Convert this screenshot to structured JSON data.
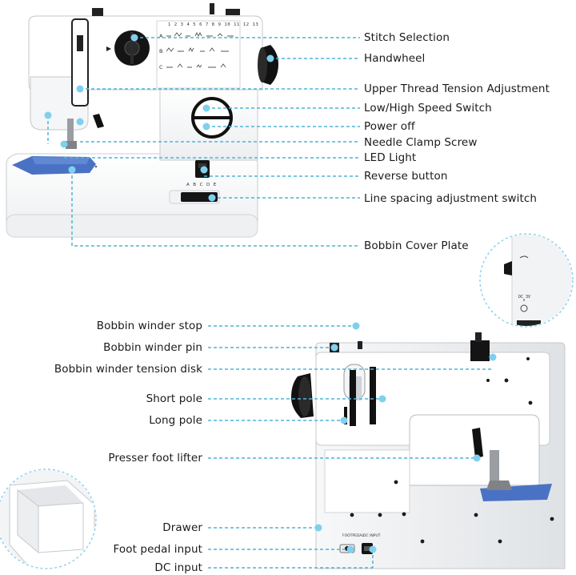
{
  "front_view": {
    "dial_letters": "A B C D E",
    "stitch_numbers": "1 2 3 4 5 6 7 8 9 10 11 12 13",
    "labels": [
      {
        "key": "stitch-selection",
        "text": "Stitch Selection"
      },
      {
        "key": "handwheel",
        "text": "Handwheel"
      },
      {
        "key": "upper-thread-tension",
        "text": "Upper Thread Tension Adjustment"
      },
      {
        "key": "low-high-speed-switch",
        "text": "Low/High Speed Switch"
      },
      {
        "key": "power-off",
        "text": "Power off"
      },
      {
        "key": "needle-clamp-screw",
        "text": "Needle Clamp Screw"
      },
      {
        "key": "led-light",
        "text": "LED Light"
      },
      {
        "key": "reverse-button",
        "text": "Reverse button"
      },
      {
        "key": "line-spacing-switch",
        "text": "Line spacing adjustment switch"
      },
      {
        "key": "bobbin-cover-plate",
        "text": "Bobbin Cover Plate"
      }
    ]
  },
  "back_view": {
    "labels": [
      {
        "key": "bobbin-winder-stop",
        "text": "Bobbin winder stop"
      },
      {
        "key": "bobbin-winder-pin",
        "text": "Bobbin winder pin"
      },
      {
        "key": "bobbin-winder-tension-disk",
        "text": "Bobbin winder tension disk"
      },
      {
        "key": "short-pole",
        "text": "Short pole"
      },
      {
        "key": "long-pole",
        "text": "Long pole"
      },
      {
        "key": "presser-foot-lifter",
        "text": "Presser foot lifter"
      },
      {
        "key": "drawer",
        "text": "Drawer"
      },
      {
        "key": "foot-pedal-input",
        "text": "Foot pedal input"
      },
      {
        "key": "dc-input",
        "text": "DC input"
      }
    ]
  },
  "inset_side": {
    "port_label": "DC 3V"
  },
  "colors": {
    "accent": "#7fd0ee",
    "leader": "#4fb3d9",
    "body": "#ffffff",
    "knob": "#111111",
    "fabric": "#4a72c4"
  }
}
